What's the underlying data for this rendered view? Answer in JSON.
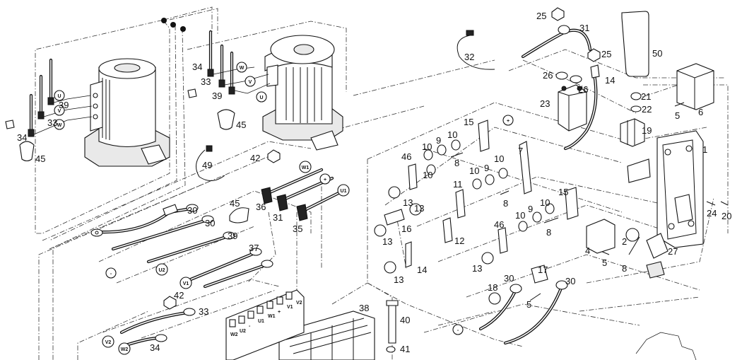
{
  "callouts": {
    "c25a": "25",
    "c31a": "31",
    "c25b": "25",
    "c50": "50",
    "c32": "32",
    "c26a": "26",
    "c26b": "26",
    "c14a": "14",
    "c23": "23",
    "c21": "21",
    "c22": "22",
    "c5a": "5",
    "c6": "6",
    "c19": "19",
    "c1": "1",
    "c34a": "34",
    "c33a": "33",
    "c39a": "39",
    "c45a": "45",
    "c39b": "39",
    "c33b": "33",
    "c34b": "34",
    "c45b": "45",
    "c49": "49",
    "c42a": "42",
    "c36": "36",
    "c31b": "31",
    "c35": "35",
    "c45c": "45",
    "c30a": "30",
    "c30b": "30",
    "c39c": "39",
    "c37": "37",
    "c42b": "42",
    "c33c": "33",
    "c34c": "34",
    "c15a": "15",
    "c10a": "10",
    "c9a": "9",
    "c10b": "10",
    "c8a": "8",
    "c46a": "46",
    "c10c": "10",
    "c13a": "13",
    "c13b": "13",
    "c11": "11",
    "c10d": "10",
    "c9b": "9",
    "c10e": "10",
    "c7": "7",
    "c8b": "8",
    "c16": "16",
    "c12": "12",
    "c13c": "13",
    "c14b": "14",
    "c13d": "13",
    "c15b": "15",
    "c10f": "10",
    "c9c": "9",
    "c10g": "10",
    "c8c": "8",
    "c46b": "46",
    "c13e": "13",
    "c17": "17",
    "c30c": "30",
    "c30d": "30",
    "c18": "18",
    "c5b": "5",
    "c38": "38",
    "c40": "40",
    "c41": "41",
    "c4": "4",
    "c5c": "5",
    "c2": "2",
    "c27": "27",
    "c8d": "8",
    "c24": "24",
    "c20": "20"
  },
  "terminal_labels": {
    "u1": "U",
    "v1": "V",
    "w1": "W",
    "u2": "U",
    "v2": "V",
    "w2": "W",
    "w1b": "W1",
    "plus1": "+",
    "u1b": "U1",
    "minus1": "-",
    "u2b": "U2",
    "v1b": "V1",
    "v2b": "V2",
    "w2b": "W2",
    "plus2": "+",
    "minus2": "-"
  },
  "connector_labels": {
    "w2": "W2",
    "u2": "U2",
    "minus": "-",
    "u1": "U1",
    "w1": "W1",
    "plus": "+",
    "v1": "V1",
    "v2": "V2"
  }
}
